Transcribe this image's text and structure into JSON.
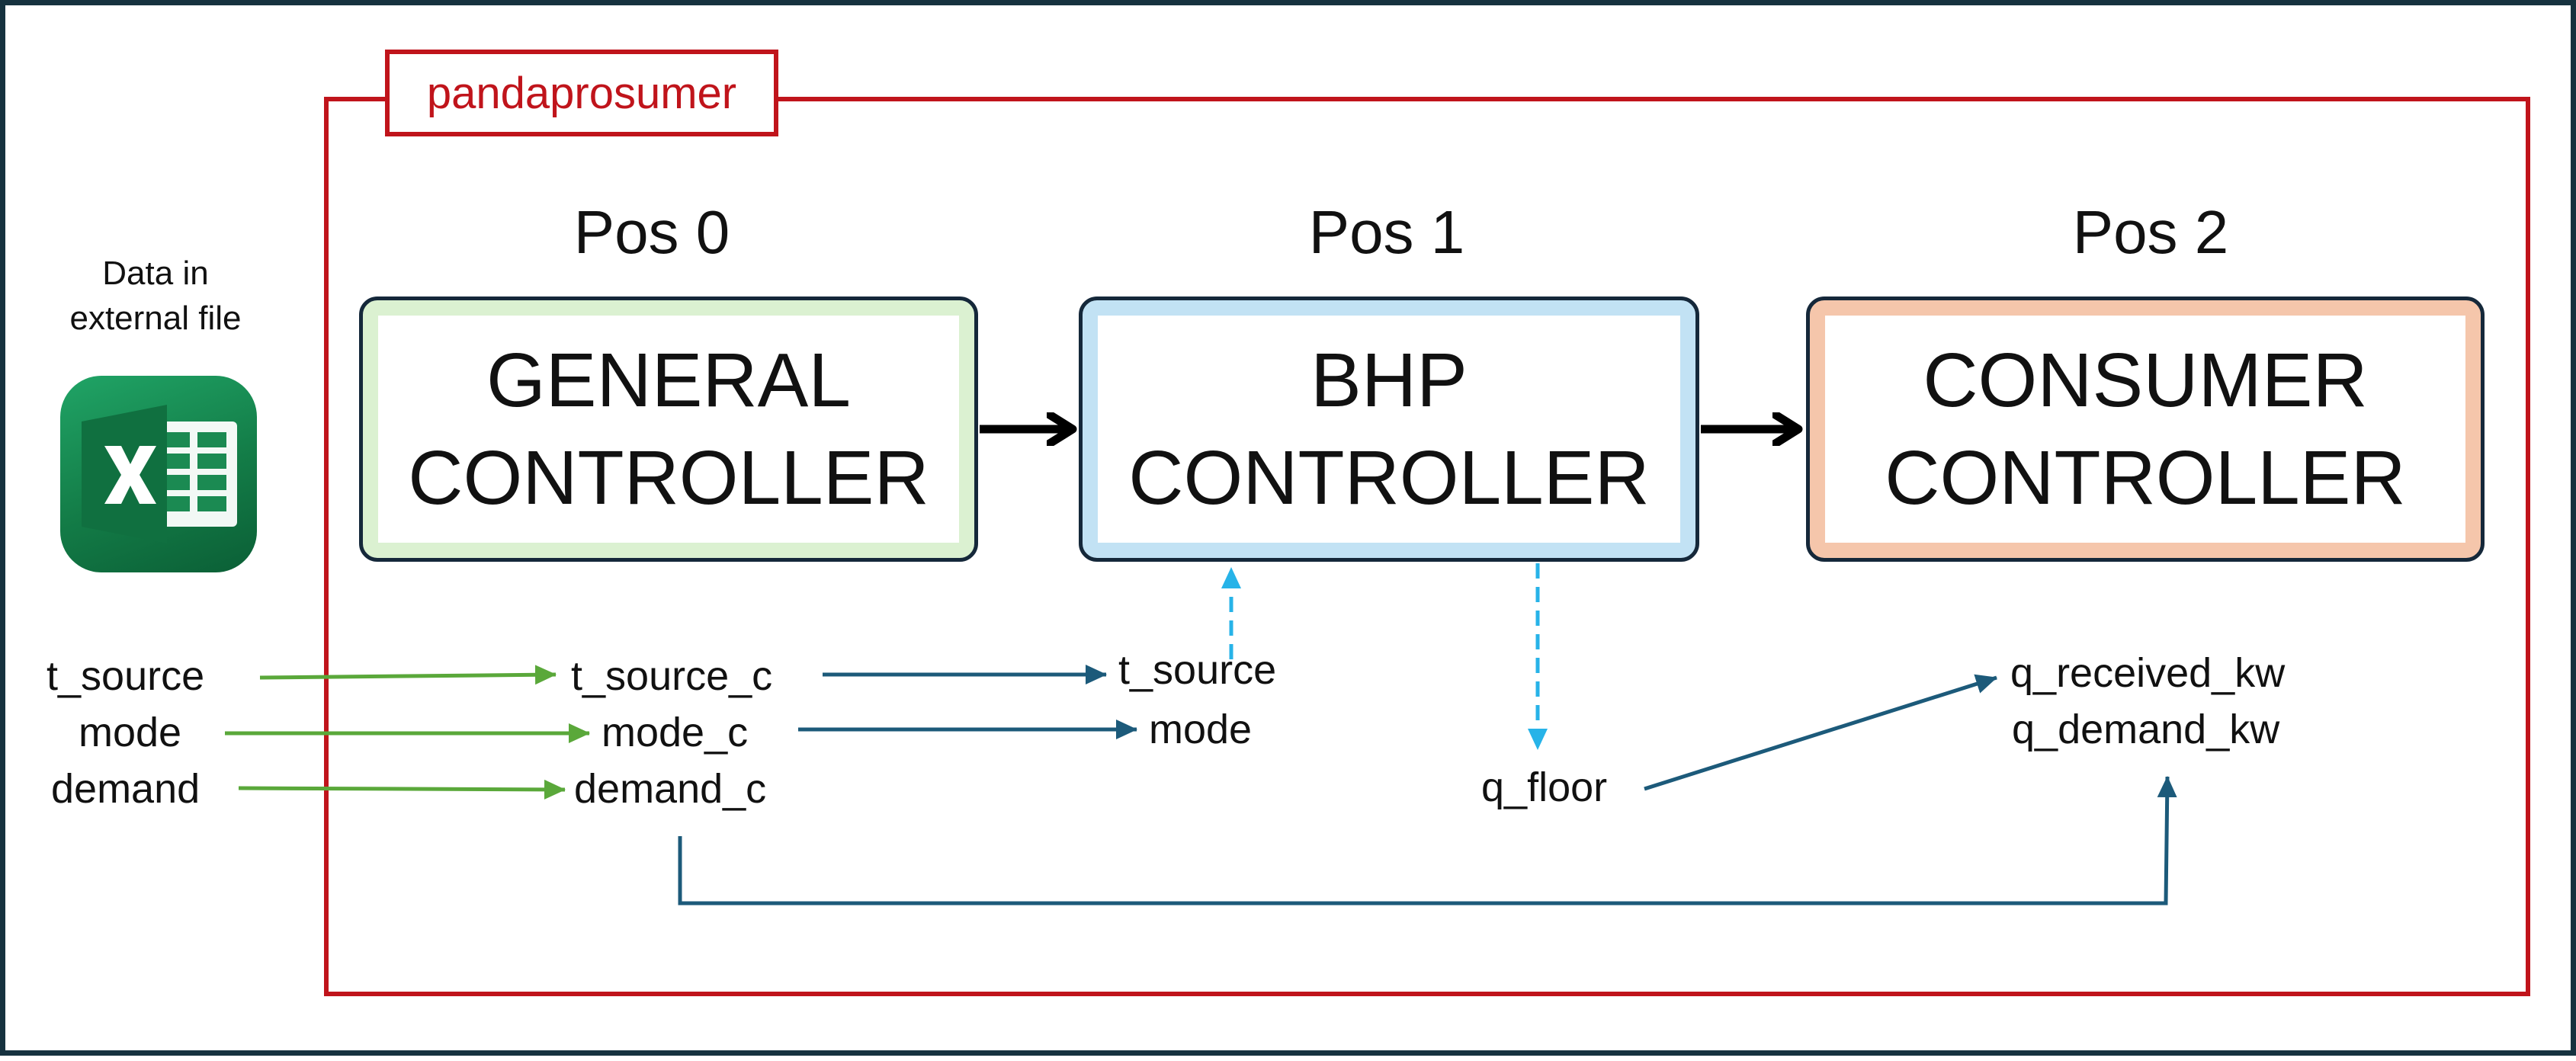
{
  "frame": {
    "label": "pandaprosumer",
    "color": "#c0141b"
  },
  "external": {
    "label_line1": "Data in",
    "label_line2": "external file",
    "icon": "excel-icon"
  },
  "positions": [
    {
      "label": "Pos 0"
    },
    {
      "label": "Pos 1"
    },
    {
      "label": "Pos 2"
    }
  ],
  "controllers": [
    {
      "line1": "GENERAL",
      "line2": "CONTROLLER",
      "fill": "#dbf1d1"
    },
    {
      "line1": "BHP",
      "line2": "CONTROLLER",
      "fill": "#c2e2f4"
    },
    {
      "line1": "CONSUMER",
      "line2": "CONTROLLER",
      "fill": "#f5c6ab"
    }
  ],
  "signals": {
    "external": [
      "t_source",
      "mode",
      "demand"
    ],
    "general_out": [
      "t_source_c",
      "mode_c",
      "demand_c"
    ],
    "bhp_in": [
      "t_source",
      "mode"
    ],
    "bhp_out": [
      "q_floor"
    ],
    "consumer_in": [
      "q_received_kw",
      "q_demand_kw"
    ]
  },
  "colors": {
    "external_link": "#5aa83a",
    "signal_link": "#1c5a7a",
    "feedback_link": "#27b3e8",
    "flow_arrow": "#000000",
    "outline": "#15283a"
  }
}
